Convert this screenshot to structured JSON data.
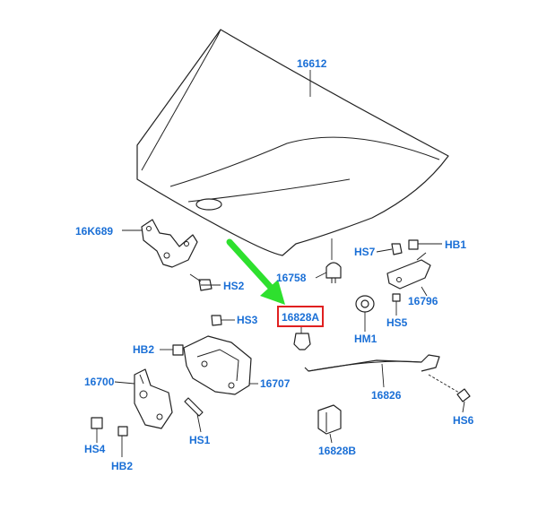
{
  "colors": {
    "label": "#1a6fd6",
    "highlight_box": "#e02020",
    "arrow": "#2ee02e",
    "line": "#222222"
  },
  "labels": {
    "hood": "16612",
    "hinge_left": "16K689",
    "hs2": "HS2",
    "bumper": "16758",
    "hs7": "HS7",
    "hb1": "HB1",
    "bracket": "16796",
    "hs5": "HS5",
    "grommet": "HM1",
    "clip_highlight": "16828A",
    "hs3": "HS3",
    "hb2_top": "HB2",
    "striker": "16707",
    "latch": "16700",
    "hs1": "HS1",
    "cable": "16826",
    "hs6": "HS6",
    "hs4": "HS4",
    "hb2_bottom": "HB2",
    "clip_bottom": "16828B"
  },
  "icons": {
    "callout_arrow": "arrow-icon"
  }
}
